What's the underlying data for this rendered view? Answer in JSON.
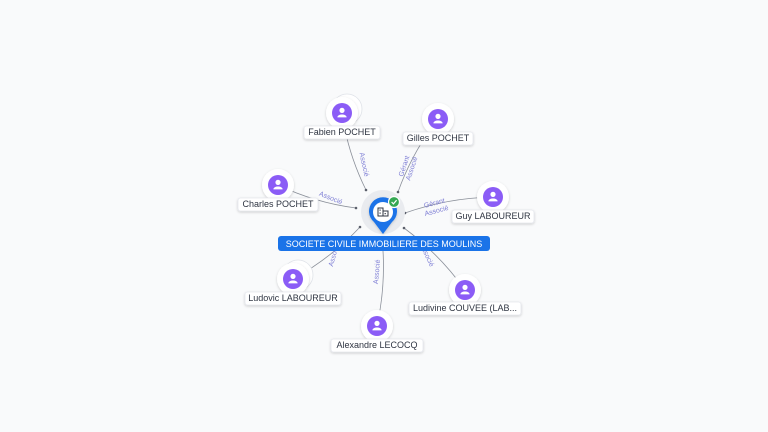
{
  "company": {
    "name": "SOCIETE CIVILE IMMOBILIERE DES MOULINS",
    "icon": "building-icon",
    "status_icon": "check-badge-icon",
    "colors": {
      "pin": "#1a73e8",
      "badge": "#34a853",
      "label_bg": "#1a73e8"
    }
  },
  "person_color": "#8b5cf6",
  "people": [
    {
      "id": "fabien",
      "name": "Fabien POCHET",
      "roles": [
        "Associé"
      ],
      "stacked": true
    },
    {
      "id": "gilles",
      "name": "Gilles POCHET",
      "roles": [
        "Gérant",
        "Associé"
      ],
      "stacked": false
    },
    {
      "id": "charles",
      "name": "Charles POCHET",
      "roles": [
        "Associé"
      ],
      "stacked": false
    },
    {
      "id": "guy",
      "name": "Guy LABOUREUR",
      "roles": [
        "Gérant",
        "Associé"
      ],
      "stacked": false
    },
    {
      "id": "ludovic",
      "name": "Ludovic LABOUREUR",
      "roles": [
        "Associé"
      ],
      "stacked": true
    },
    {
      "id": "ludivine",
      "name": "Ludivine COUVEE (LAB...",
      "roles": [
        "Associé"
      ],
      "stacked": false
    },
    {
      "id": "alexandre",
      "name": "Alexandre LECOCQ",
      "roles": [
        "Associé"
      ],
      "stacked": false
    }
  ]
}
